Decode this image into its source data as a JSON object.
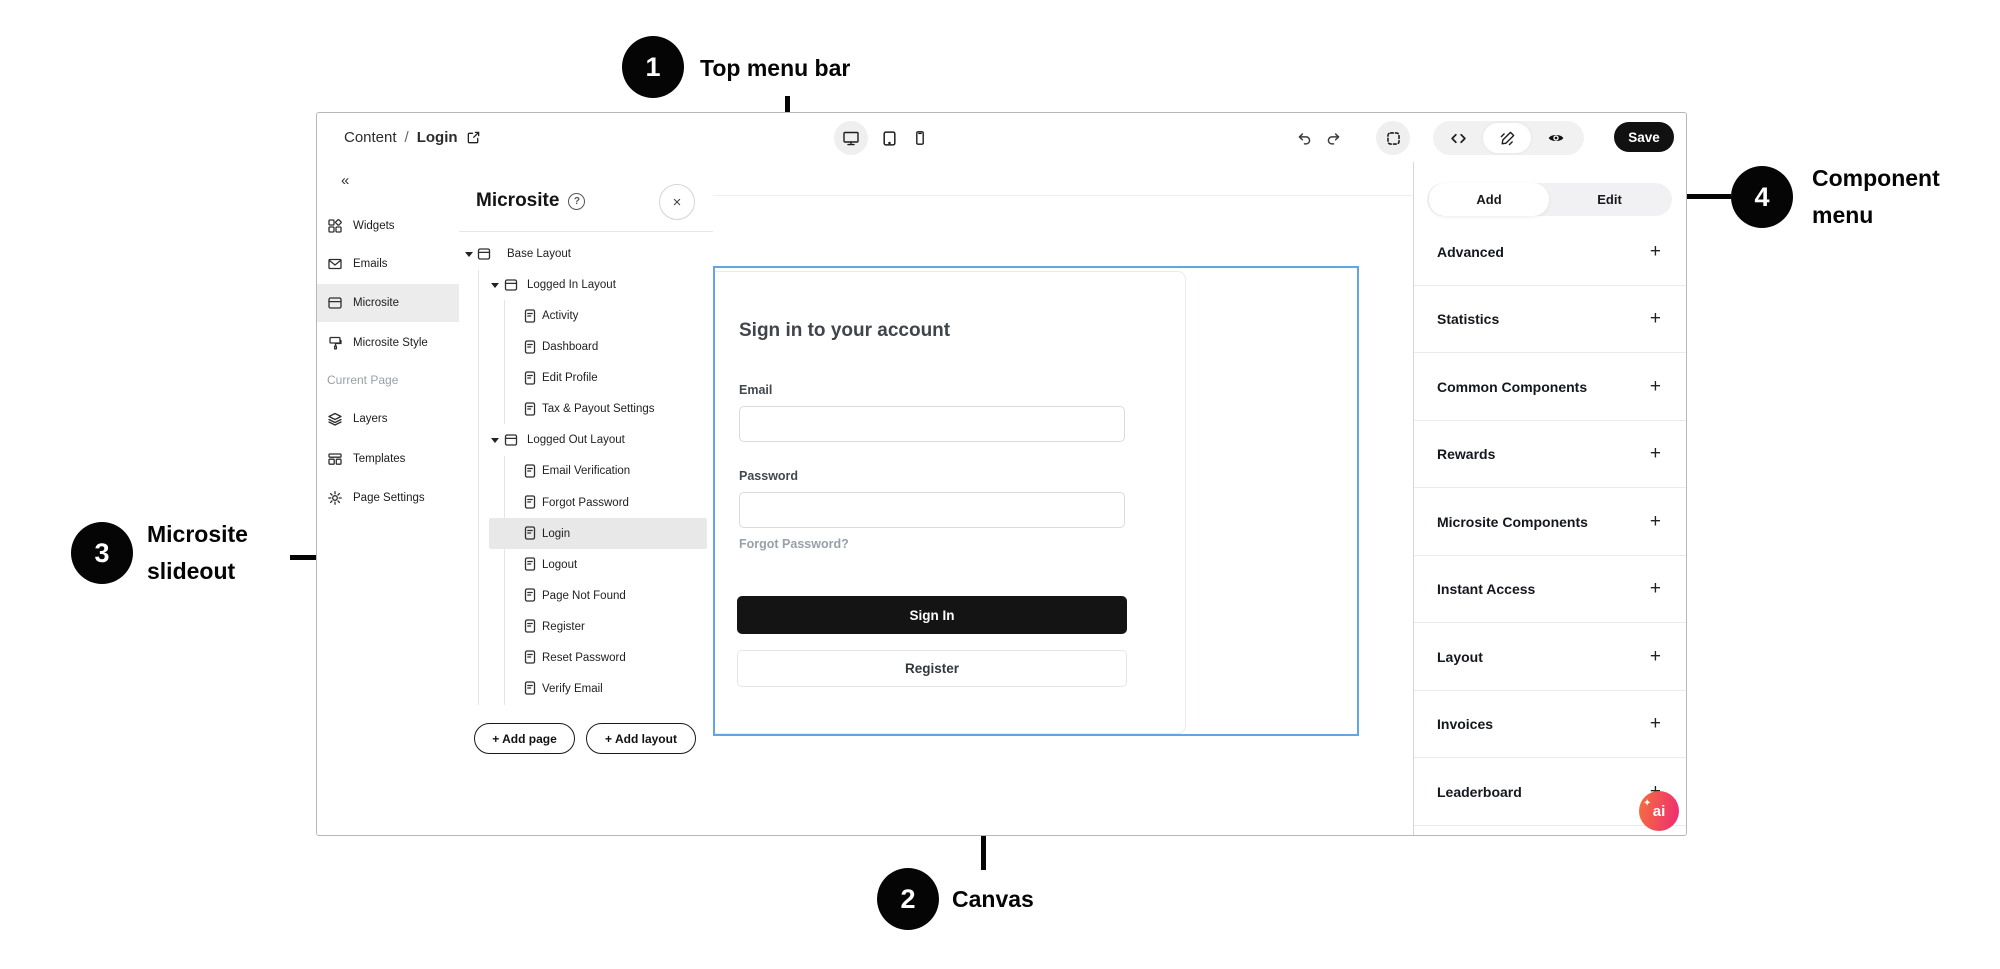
{
  "annotations": {
    "one": {
      "number": "1",
      "label": "Top menu bar"
    },
    "two": {
      "number": "2",
      "label": "Canvas"
    },
    "three": {
      "number": "3",
      "label_line1": "Microsite",
      "label_line2": "slideout"
    },
    "four": {
      "number": "4",
      "label_line1": "Component",
      "label_line2": "menu"
    }
  },
  "topbar": {
    "breadcrumb": {
      "section": "Content",
      "separator": "/",
      "page": "Login",
      "open_icon": "external-link-icon"
    },
    "device_icons": [
      "desktop-icon",
      "tablet-icon",
      "mobile-icon"
    ],
    "history_icons": [
      "undo-icon",
      "redo-icon"
    ],
    "frame_icon": "dashed-frame-icon",
    "mode_icons": [
      "code-icon",
      "brush-icon",
      "eye-icon"
    ],
    "save_label": "Save"
  },
  "sidebar": {
    "collapse_icon": "«",
    "items": [
      {
        "label": "Widgets",
        "icon": "widgets-icon",
        "selected": false
      },
      {
        "label": "Emails",
        "icon": "emails-icon",
        "selected": false
      },
      {
        "label": "Microsite",
        "icon": "microsite-icon",
        "selected": true
      },
      {
        "label": "Microsite Style",
        "icon": "style-icon",
        "selected": false
      }
    ],
    "section_label": "Current Page",
    "page_items": [
      {
        "label": "Layers",
        "icon": "layers-icon",
        "selected": false
      },
      {
        "label": "Templates",
        "icon": "templates-icon",
        "selected": false
      },
      {
        "label": "Page Settings",
        "icon": "settings-icon",
        "selected": false
      }
    ]
  },
  "slideout": {
    "title": "Microsite",
    "help_icon": "?",
    "close_icon": "×",
    "tree": [
      {
        "label": "Base Layout",
        "type": "layout",
        "level": 0,
        "expanded": true,
        "selected": false
      },
      {
        "label": "Logged In Layout",
        "type": "layout",
        "level": 1,
        "expanded": true,
        "selected": false
      },
      {
        "label": "Activity",
        "type": "page",
        "level": 2,
        "selected": false
      },
      {
        "label": "Dashboard",
        "type": "page",
        "level": 2,
        "selected": false
      },
      {
        "label": "Edit Profile",
        "type": "page",
        "level": 2,
        "selected": false
      },
      {
        "label": "Tax & Payout Settings",
        "type": "page",
        "level": 2,
        "selected": false
      },
      {
        "label": "Logged Out Layout",
        "type": "layout",
        "level": 1,
        "expanded": true,
        "selected": false
      },
      {
        "label": "Email Verification",
        "type": "page",
        "level": 2,
        "selected": false
      },
      {
        "label": "Forgot Password",
        "type": "page",
        "level": 2,
        "selected": false
      },
      {
        "label": "Login",
        "type": "page",
        "level": 2,
        "selected": true
      },
      {
        "label": "Logout",
        "type": "page",
        "level": 2,
        "selected": false
      },
      {
        "label": "Page Not Found",
        "type": "page",
        "level": 2,
        "selected": false
      },
      {
        "label": "Register",
        "type": "page",
        "level": 2,
        "selected": false
      },
      {
        "label": "Reset Password",
        "type": "page",
        "level": 2,
        "selected": false
      },
      {
        "label": "Verify Email",
        "type": "page",
        "level": 2,
        "selected": false
      }
    ],
    "add_page_label": "+ Add page",
    "add_layout_label": "+ Add layout"
  },
  "canvas": {
    "heading": "Sign in to your account",
    "email_label": "Email",
    "email_value": "",
    "password_label": "Password",
    "password_value": "",
    "forgot_password": "Forgot Password?",
    "sign_in_label": "Sign In",
    "register_label": "Register"
  },
  "component_menu": {
    "add_tab": "Add",
    "edit_tab": "Edit",
    "expand_symbol": "+",
    "sections": [
      "Advanced",
      "Statistics",
      "Common Components",
      "Rewards",
      "Microsite Components",
      "Instant Access",
      "Layout",
      "Invoices",
      "Leaderboard"
    ]
  },
  "ai_badge": {
    "label": "ai",
    "sparkle": "✦"
  },
  "colors": {
    "selection_blue": "#63a4e4",
    "primary_button": "#141414",
    "save_button": "#111111",
    "ai_gradient_start": "#f5703c",
    "ai_gradient_end": "#ee2a74"
  }
}
